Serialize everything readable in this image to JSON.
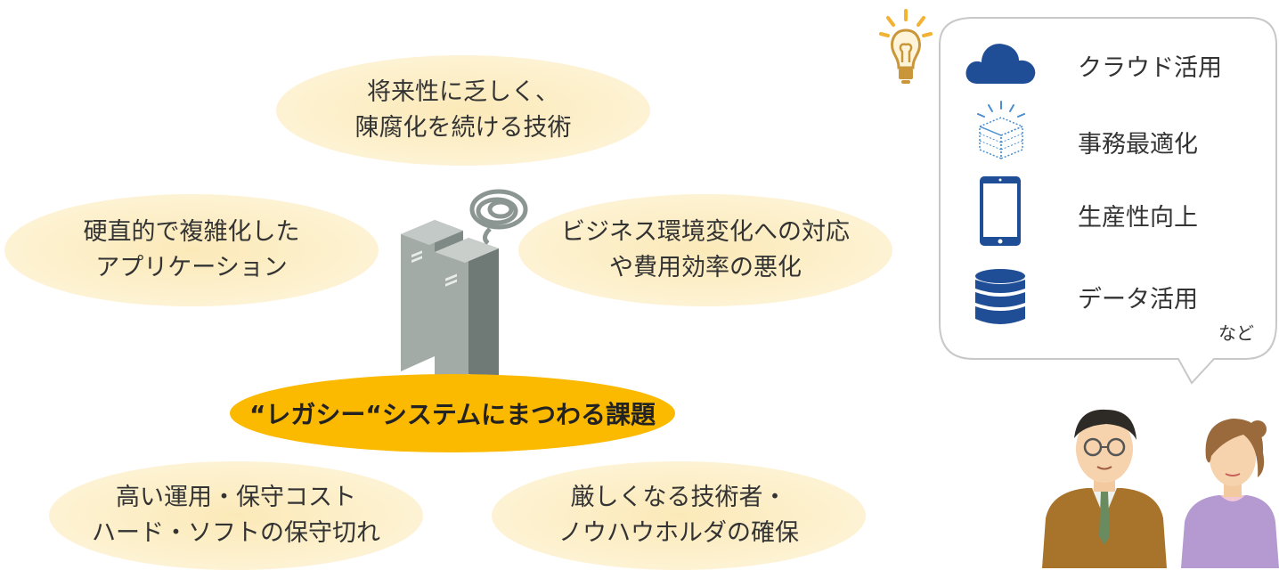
{
  "center": {
    "title": "“レガシー“システムにまつわる課題"
  },
  "issues": [
    {
      "line1": "将来性に乏しく、",
      "line2": "陳腐化を続ける技術"
    },
    {
      "line1": "硬直的で複雑化した",
      "line2": "アプリケーション"
    },
    {
      "line1": "ビジネス環境変化への対応",
      "line2": "や費用効率の悪化"
    },
    {
      "line1": "高い運用・保守コスト",
      "line2": "ハード・ソフトの保守切れ"
    },
    {
      "line1": "厳しくなる技術者・",
      "line2": "ノウハウホルダの確保"
    }
  ],
  "solutions": {
    "items": [
      {
        "label": "クラウド活用",
        "icon": "cloud-icon"
      },
      {
        "label": "事務最適化",
        "icon": "optimized-stack-icon"
      },
      {
        "label": "生産性向上",
        "icon": "tablet-icon"
      },
      {
        "label": "データ活用",
        "icon": "database-icon"
      }
    ],
    "suffix": "など"
  },
  "colors": {
    "accent": "#fbb900",
    "bubble": "#fdf0cc",
    "icon_blue": "#1f4e96",
    "server_gray": "#8b9591"
  }
}
